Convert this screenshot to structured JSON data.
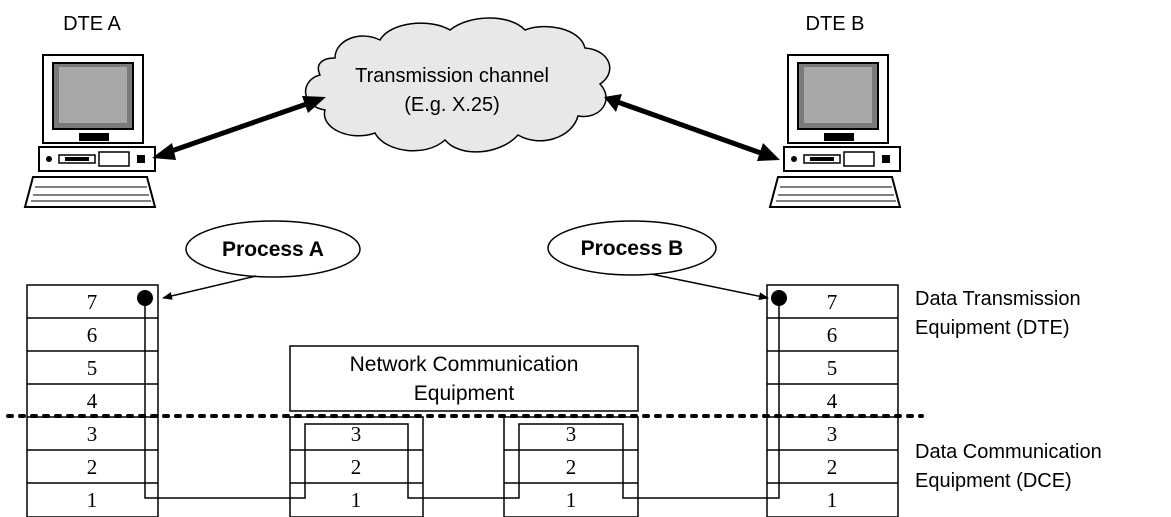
{
  "dte_a_label": "DTE A",
  "dte_b_label": "DTE B",
  "cloud": {
    "line1": "Transmission channel",
    "line2": "(E.g. X.25)"
  },
  "process_a": "Process A",
  "process_b": "Process B",
  "network_box": {
    "line1": "Network Communication",
    "line2": "Equipment"
  },
  "side_labels": {
    "dte_line1": "Data Transmission",
    "dte_line2": "Equipment (DTE)",
    "dce_line1": "Data Communication",
    "dce_line2": "Equipment (DCE)"
  },
  "stack_a_layers": [
    "7",
    "6",
    "5",
    "4",
    "3",
    "2",
    "1"
  ],
  "stack_b_layers": [
    "7",
    "6",
    "5",
    "4",
    "3",
    "2",
    "1"
  ],
  "relay_1_layers": [
    "3",
    "2",
    "1"
  ],
  "relay_2_layers": [
    "3",
    "2",
    "1"
  ]
}
